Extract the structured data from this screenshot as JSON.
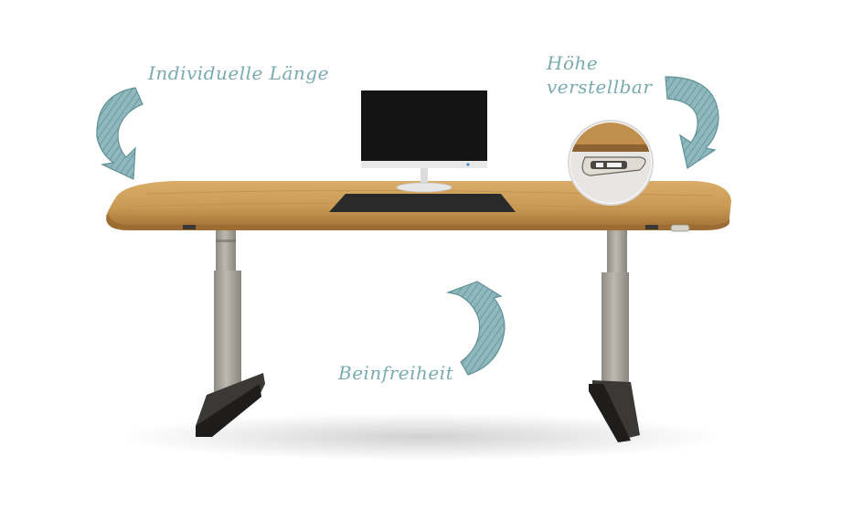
{
  "annotations": {
    "length": "Individuelle Länge",
    "height_line1": "Höhe",
    "height_line2": "verstellbar",
    "legroom": "Beinfreiheit"
  },
  "colors": {
    "label_text": "#7aabb0",
    "arrow_fill": "#8fb8bd",
    "arrow_hatch": "#5f9197",
    "desk_top": "#c99a55",
    "desk_edge": "#a7773a",
    "frame": "#a49f97",
    "foot": "#2b2a28",
    "monitor_screen": "#141414",
    "monitor_bezel": "#e9e9e9",
    "desk_mat": "#2a2a2a"
  },
  "icons": {
    "length_arrow": "curved-arrow-down-icon",
    "height_arrow": "curved-arrow-down-icon",
    "legroom_arrow": "curved-arrow-up-icon",
    "control_panel": "height-control-panel-icon"
  }
}
